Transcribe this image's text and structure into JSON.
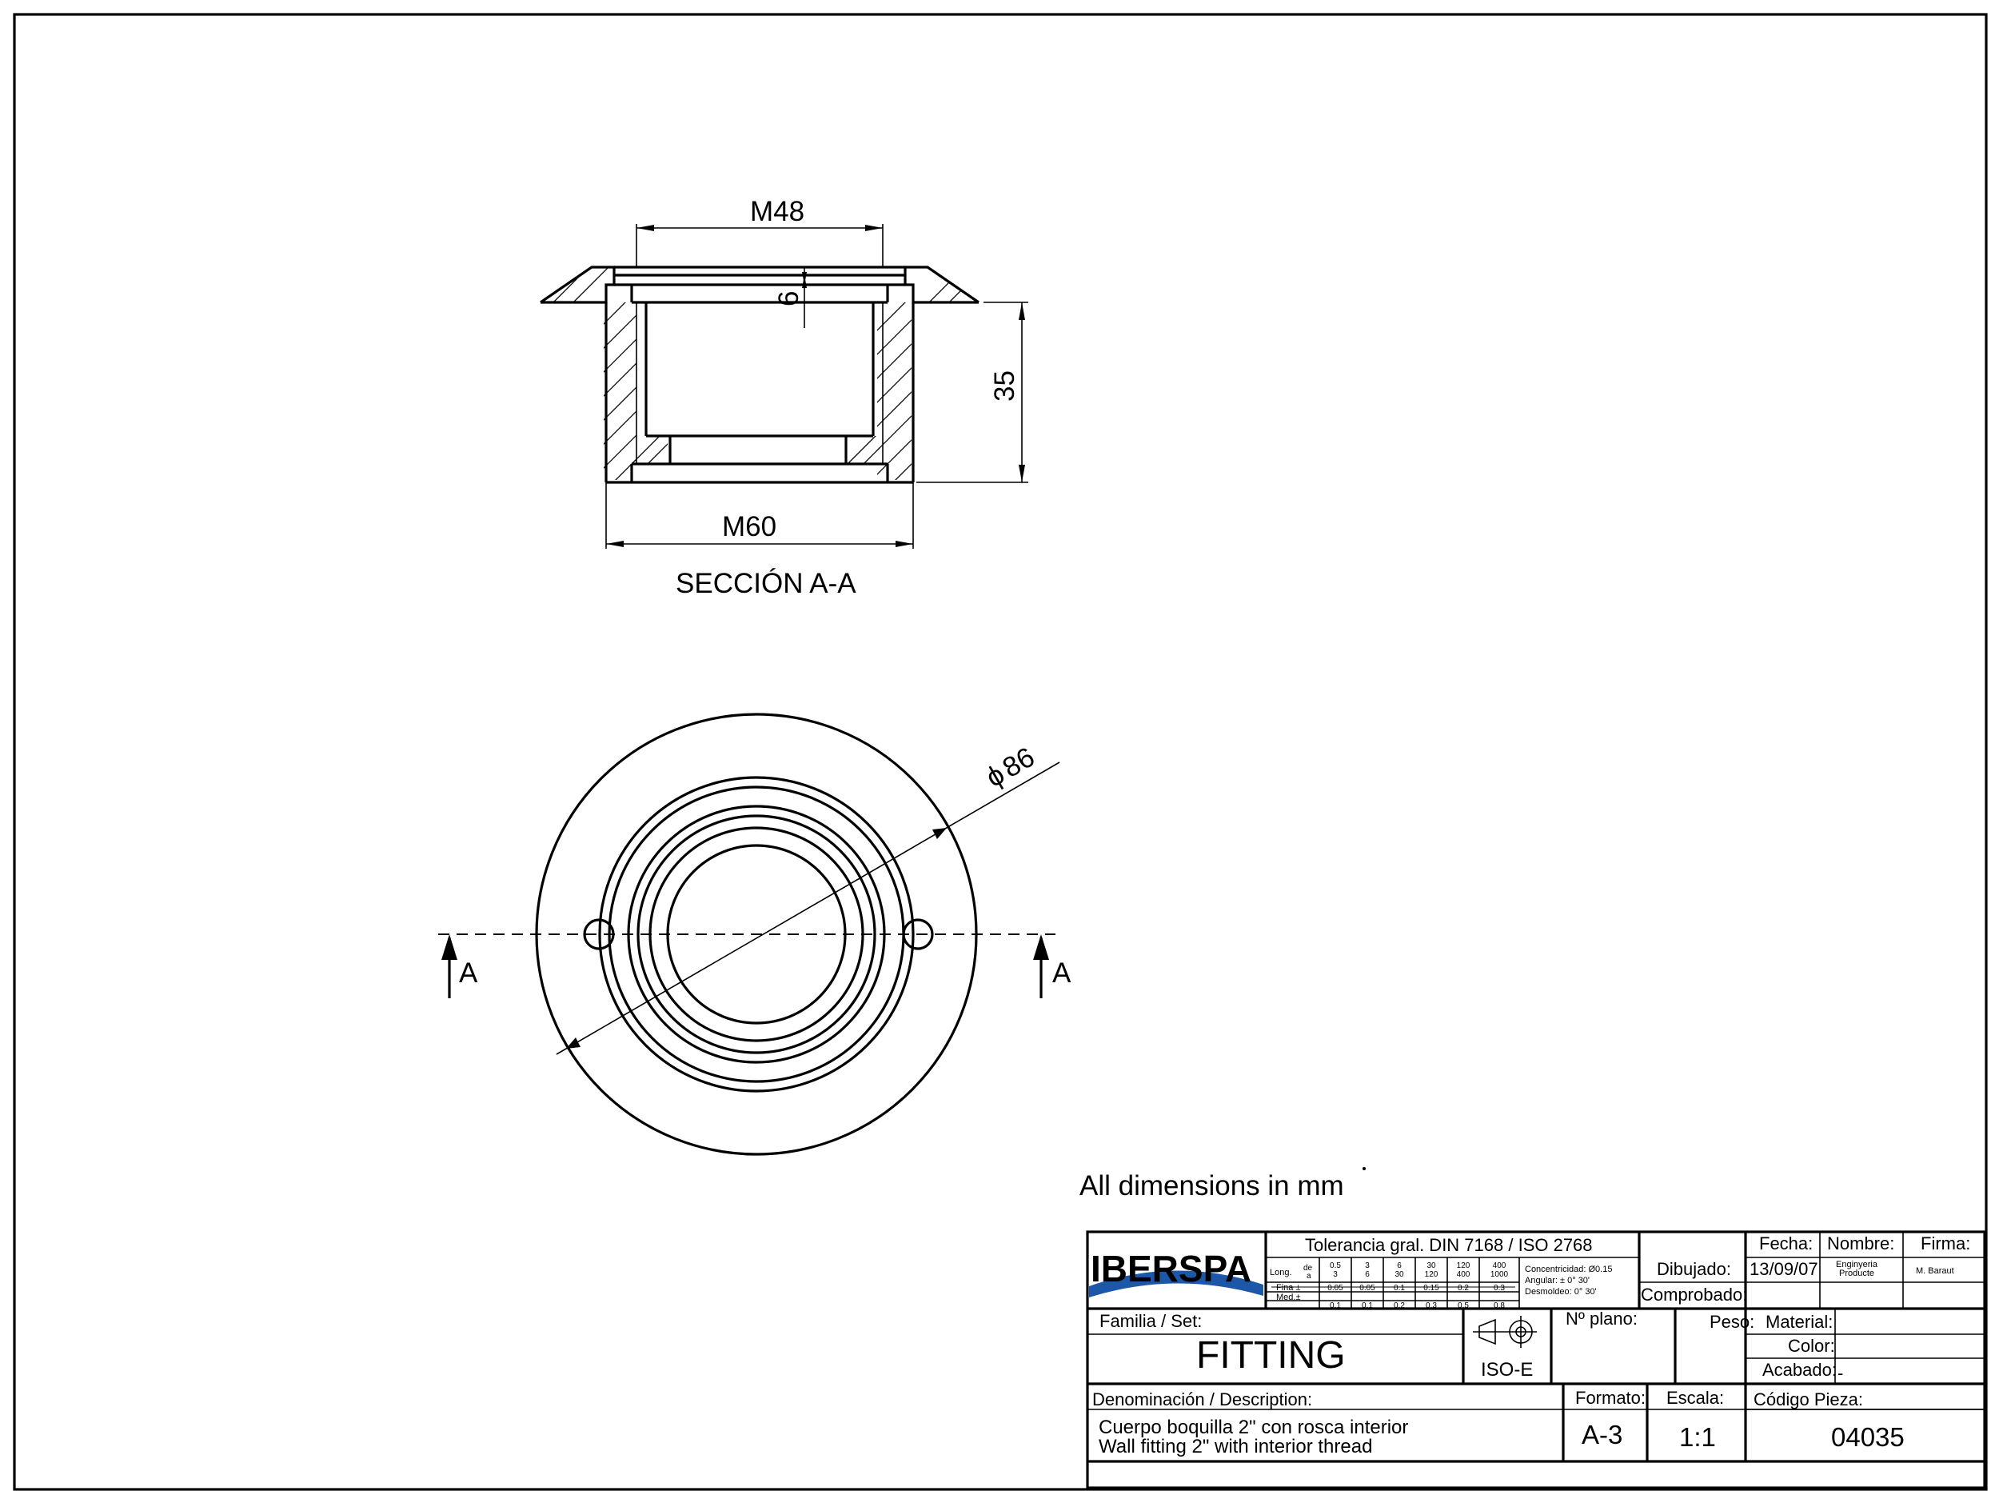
{
  "drawing": {
    "section_view": {
      "dim_top": "M48",
      "dim_depth": "6",
      "dim_height": "35",
      "dim_bottom": "M60",
      "caption": "SECCIÓN A-A"
    },
    "plan_view": {
      "dim_diameter": "86",
      "diameter_symbol": "ϕ",
      "section_mark_left": "A",
      "section_mark_right": "A"
    },
    "note": "All dimensions in mm"
  },
  "title_block": {
    "logo": "IBERSPA",
    "logo_color": "#1d58a8",
    "tolerance_title": "Tolerancia gral. DIN 7168 / ISO 2768",
    "tolerance_table": {
      "row_label_long": "Long.",
      "row_label_de": "de",
      "row_label_a": "a",
      "columns": [
        {
          "from": "0.5",
          "to": "3"
        },
        {
          "from": "3",
          "to": "6"
        },
        {
          "from": "6",
          "to": "30"
        },
        {
          "from": "30",
          "to": "120"
        },
        {
          "from": "120",
          "to": "400"
        },
        {
          "from": "400",
          "to": "1000"
        }
      ],
      "fina_label": "Fina ±",
      "fina_values": [
        "0.05",
        "0.05",
        "0.1",
        "0.15",
        "0.2",
        "0.3"
      ],
      "med_label": "Med.±",
      "med_values": [
        "0.1",
        "0.1",
        "0.2",
        "0.3",
        "0.5",
        "0.8"
      ],
      "concentricidad": "Concentricidad: Ø0.15",
      "angular": "Angular: ± 0° 30'",
      "desmoldeo": "Desmoldeo: 0° 30'"
    },
    "fecha_label": "Fecha:",
    "nombre_label": "Nombre:",
    "firma_label": "Firma:",
    "dibujado_label": "Dibujado:",
    "dibujado_fecha": "13/09/07",
    "dibujado_nombre_1": "Enginyeria",
    "dibujado_nombre_2": "Producte",
    "dibujado_firma": "M. Baraut",
    "comprobado_label": "Comprobado:",
    "familia_label": "Familia / Set:",
    "familia_value": "FITTING",
    "projection": "ISO-E",
    "plano_label": "Nº plano:",
    "peso_label": "Peso:",
    "material_label": "Material:",
    "color_label": "Color:",
    "acabado_label": "Acabado:",
    "acabado_value": "-",
    "denominacion_label": "Denominación / Description:",
    "description_es": "Cuerpo boquilla 2\" con rosca interior",
    "description_en": "Wall fitting 2\" with interior thread",
    "formato_label": "Formato:",
    "formato_value": "A-3",
    "escala_label": "Escala:",
    "escala_value": "1:1",
    "codigo_label": "Código Pieza:",
    "codigo_value": "04035"
  }
}
